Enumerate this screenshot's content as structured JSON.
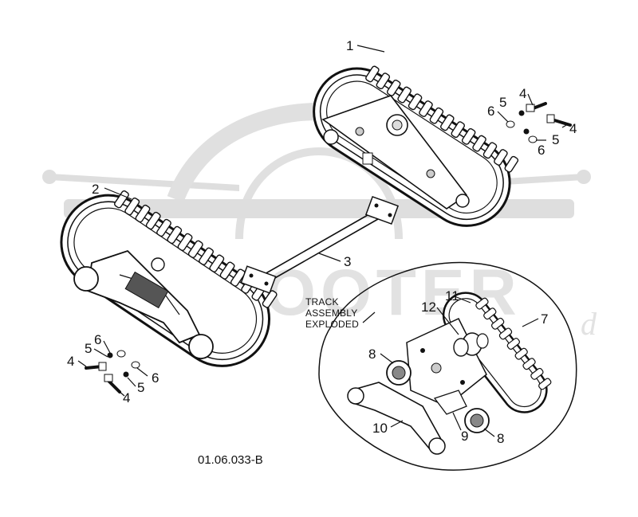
{
  "diagram": {
    "callouts": {
      "c1": "1",
      "c2": "2",
      "c3": "3",
      "c4a": "4",
      "c4b": "4",
      "c4c": "4",
      "c4d": "4",
      "c5a": "5",
      "c5b": "5",
      "c5c": "5",
      "c5d": "5",
      "c6a": "6",
      "c6b": "6",
      "c6c": "6",
      "c6d": "6",
      "c7": "7",
      "c8a": "8",
      "c8b": "8",
      "c9": "9",
      "c10": "10",
      "c11": "11",
      "c12": "12"
    },
    "exploded_note": [
      "TRACK",
      "ASSEMBLY",
      "EXPLODED"
    ],
    "drawing_code": "01.06.033-B",
    "watermark_text": "SCOOTER"
  },
  "colors": {
    "line": "#111111",
    "watermark": "#dedede",
    "background": "#ffffff"
  }
}
